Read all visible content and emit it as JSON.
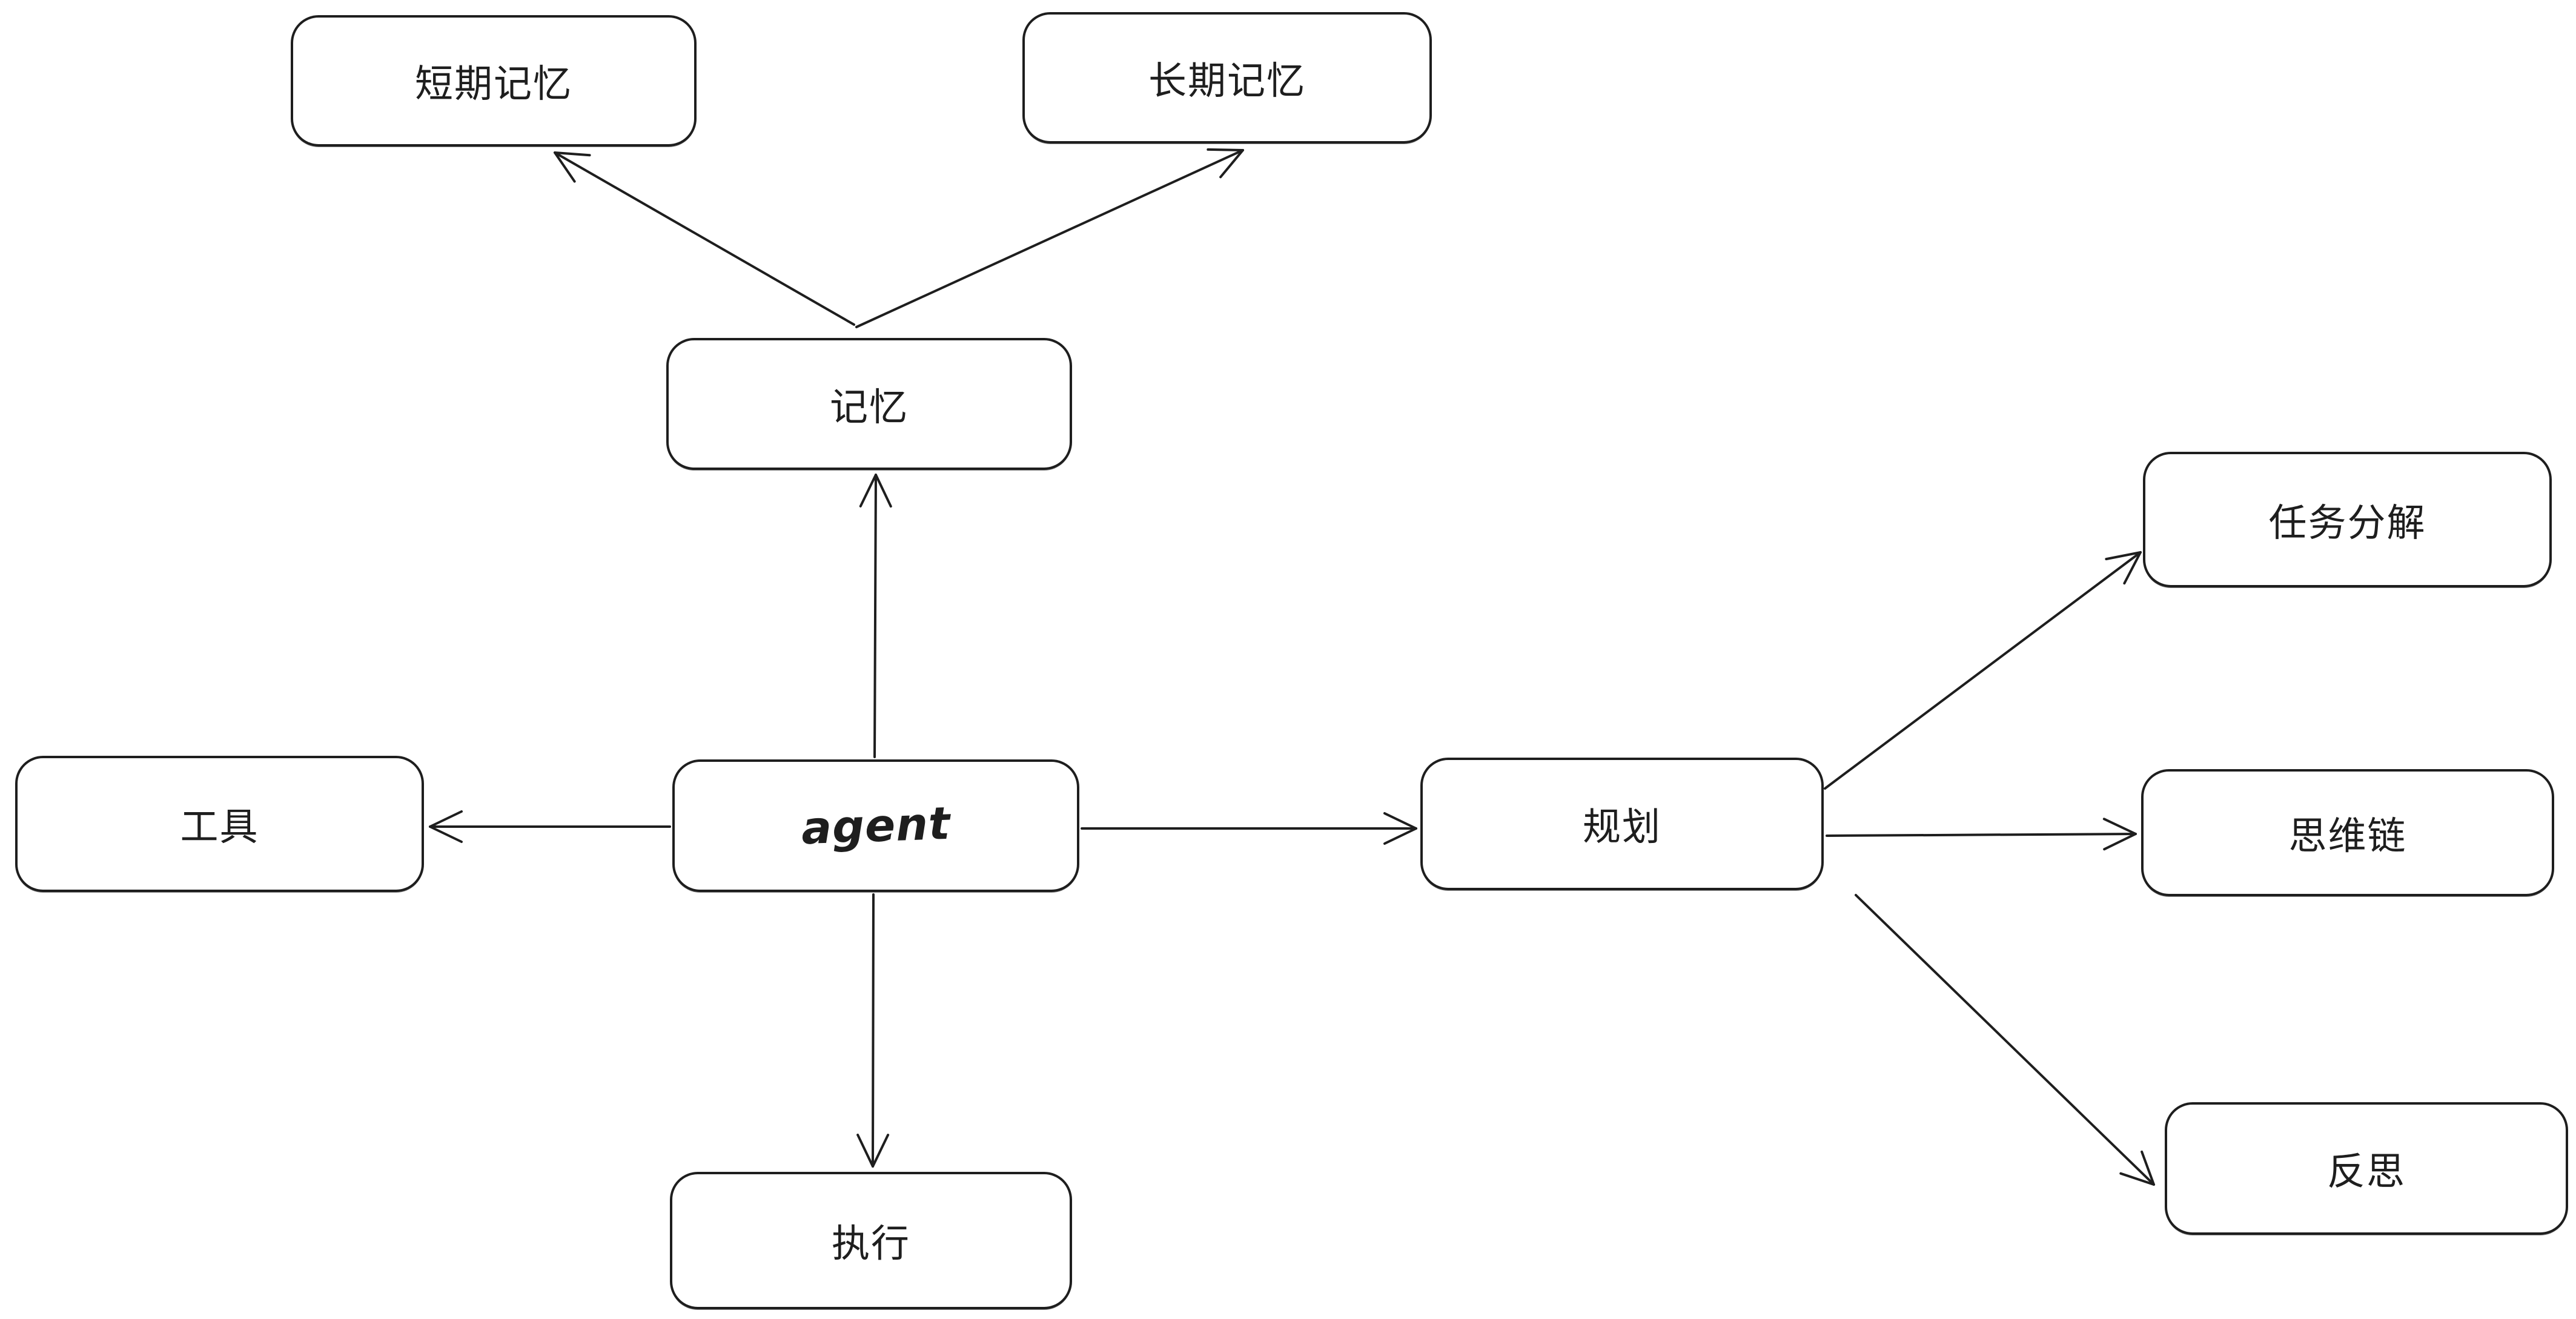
{
  "colors": {
    "stroke": "#1e1e1e",
    "background": "#ffffff"
  },
  "nodes": {
    "agent": {
      "label": "agent"
    },
    "memory": {
      "label": "记忆"
    },
    "short_term_memory": {
      "label": "短期记忆"
    },
    "long_term_memory": {
      "label": "长期记忆"
    },
    "tools": {
      "label": "工具"
    },
    "execution": {
      "label": "执行"
    },
    "planning": {
      "label": "规划"
    },
    "task_decomposition": {
      "label": "任务分解"
    },
    "chain_of_thought": {
      "label": "思维链"
    },
    "reflection": {
      "label": "反思"
    }
  },
  "edges": [
    {
      "from": "agent",
      "to": "memory"
    },
    {
      "from": "memory",
      "to": "short_term_memory"
    },
    {
      "from": "memory",
      "to": "long_term_memory"
    },
    {
      "from": "agent",
      "to": "tools"
    },
    {
      "from": "agent",
      "to": "execution"
    },
    {
      "from": "agent",
      "to": "planning"
    },
    {
      "from": "planning",
      "to": "task_decomposition"
    },
    {
      "from": "planning",
      "to": "chain_of_thought"
    },
    {
      "from": "planning",
      "to": "reflection"
    }
  ]
}
